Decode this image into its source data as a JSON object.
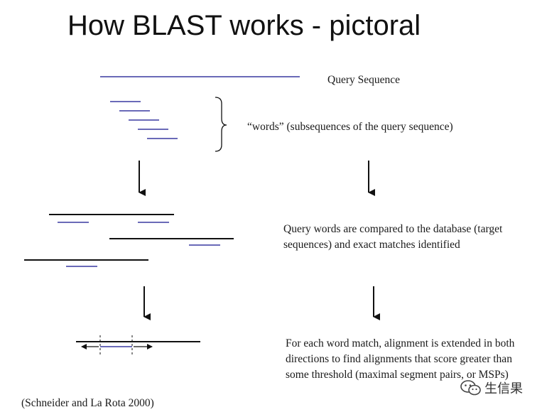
{
  "title": "How BLAST works - pictoral",
  "labels": {
    "query_sequence": "Query Sequence",
    "words": "“words” (subsequences of the query sequence)",
    "compare": "Query words are compared to the database (target sequences) and exact matches identified",
    "extend": "For each word match, alignment is extended in both directions to find alignments that score greater than some threshold (maximal segment pairs, or MSPs)",
    "citation": "(Schneider and La Rota 2000)"
  },
  "watermark": {
    "icon": "wechat-icon",
    "text": "生信果"
  },
  "colors": {
    "query_blue": "#6a6ab8",
    "target_black": "#111111",
    "text": "#1a1a1a"
  }
}
